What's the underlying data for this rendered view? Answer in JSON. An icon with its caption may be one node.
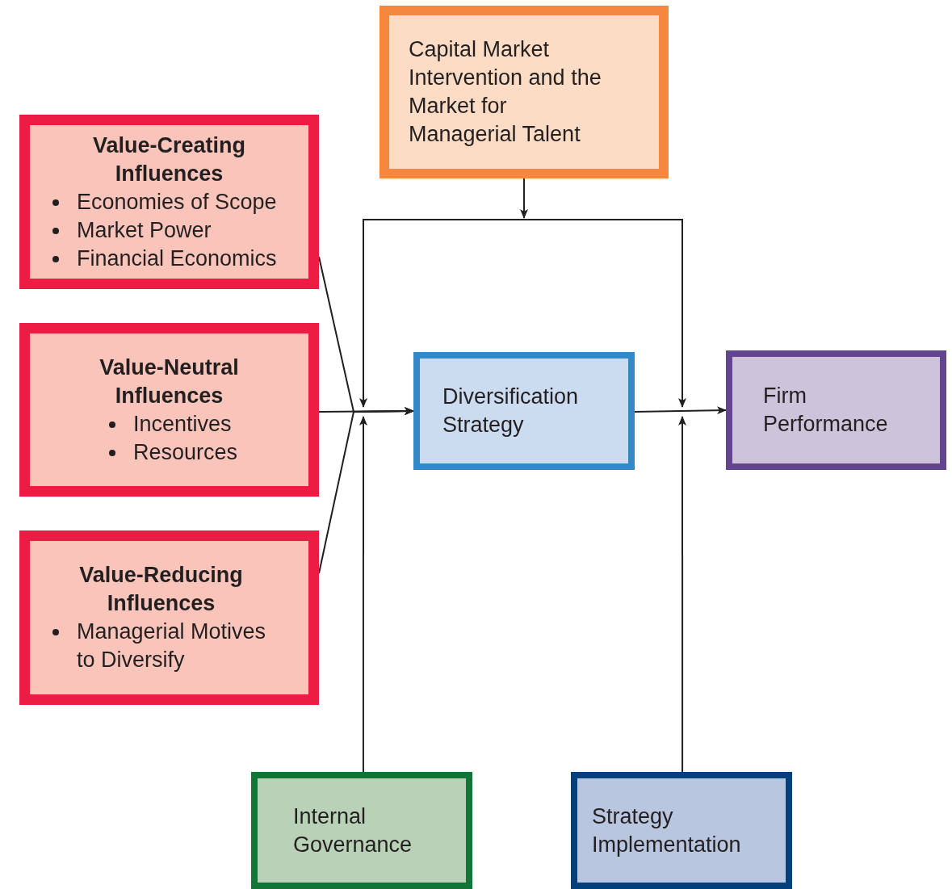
{
  "diagram": {
    "nodes": [
      {
        "text": [
          "Capital Market Intervention and the Market for Managerial Talent"
        ]
      },
      {
        "text": [
          "Value-Creating Influences",
          "Economies of Scope",
          "Market Power",
          "Financial Economics"
        ]
      },
      {
        "text": [
          "Value-Neutral Influences",
          "Incentives",
          "Resources"
        ]
      },
      {
        "text": [
          "Value-Reducing Influences",
          "Managerial Motives to Diversify"
        ]
      },
      {
        "text": [
          "Diversification Strategy"
        ]
      },
      {
        "text": [
          "Firm Performance"
        ]
      },
      {
        "text": [
          "Internal Governance"
        ]
      },
      {
        "text": [
          "Strategy Implementation"
        ]
      }
    ],
    "edges": [
      {
        "from": 1,
        "to": 4,
        "arrow": "to"
      },
      {
        "from": 2,
        "to": 4,
        "arrow": "to"
      },
      {
        "from": 3,
        "to": 4,
        "arrow": "to"
      },
      {
        "from": 4,
        "to": 5,
        "arrow": "to"
      },
      {
        "from": 0,
        "to": null,
        "arrow": "to"
      },
      {
        "from": 0,
        "to": null,
        "arrow": "to"
      },
      {
        "from": 6,
        "to": null,
        "arrow": "to"
      },
      {
        "from": 7,
        "to": null,
        "arrow": "to"
      }
    ]
  }
}
